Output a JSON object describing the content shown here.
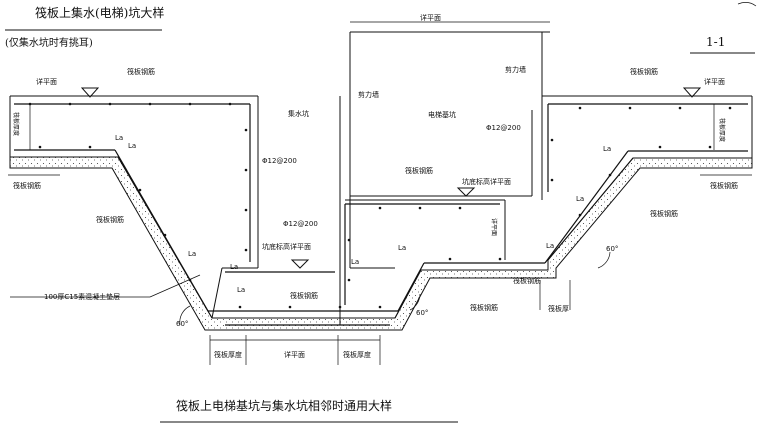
{
  "titles": {
    "top_left": "筏板上集水(电梯)坑大样",
    "top_left_note": "(仅集水坑时有挑耳)",
    "section_mark": "1-1",
    "bottom": "筏板上电梯基坑与集水坑相邻时通用大样"
  },
  "labels": {
    "detail_plane_top": "详平面",
    "detail_plane_left": "详平面",
    "detail_plane_right": "详平面",
    "detail_plane_bottom": "详平面",
    "raft_rebar_top_left": "筏板钢筋",
    "raft_rebar_top_right": "筏板钢筋",
    "raft_rebar_left": "筏板钢筋",
    "raft_rebar_right": "筏板钢筋",
    "raft_rebar_slope_left": "筏板钢筋",
    "raft_rebar_slope_right": "筏板钢筋",
    "raft_rebar_mid": "筏板钢筋",
    "raft_rebar_pit_bottom": "筏板钢筋",
    "raft_rebar_lower_right": "筏板钢筋",
    "raft_rebar_lower_mid": "筏板钢筋",
    "sump_pit": "集水坑",
    "elevator_pit": "电梯基坑",
    "shear_wall_left": "剪力墙",
    "shear_wall_right": "剪力墙",
    "rebar_spec_1": "Φ12@200",
    "rebar_spec_2": "Φ12@200",
    "rebar_spec_3": "Φ12@200",
    "pit_bottom_elev_1": "坑底标高详平面",
    "pit_bottom_elev_2": "坑底标高详平面",
    "cushion": "100厚C15素混凝土垫层",
    "raft_thickness_1": "筏板厚度",
    "raft_thickness_2": "筏板厚度",
    "raft_thickness_3": "筏板厚",
    "raft_thickness_v_left": "筏板厚度",
    "raft_thickness_v_right": "筏板厚度",
    "pit_depth_v": "详平面",
    "anchor_la": "La",
    "angle_60": "60°"
  }
}
